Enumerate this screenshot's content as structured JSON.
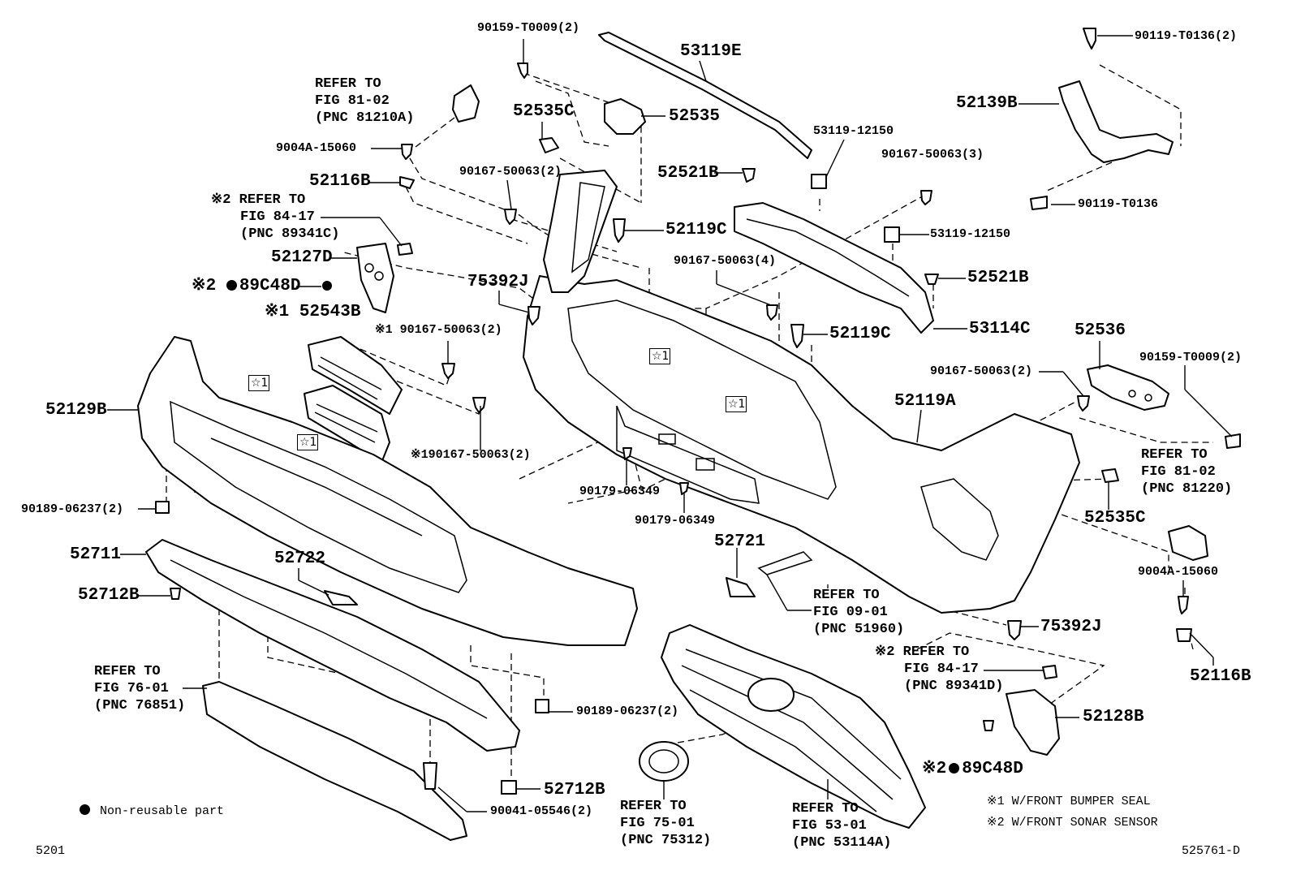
{
  "labels": {
    "p90159_top": "90159-T0009(2)",
    "p53119e": "53119E",
    "p90119_top": "90119-T0136(2)",
    "p52139b": "52139B",
    "p52535c_top": "52535C",
    "p52535": "52535",
    "p53119_12150_a": "53119-12150",
    "p90167_3": "90167-50063(3)",
    "p9004a_left": "9004A-15060",
    "p52116b_left": "52116B",
    "p90167_2a": "90167-50063(2)",
    "p52521b_a": "52521B",
    "p90119_b": "90119-T0136",
    "p52119c_a": "52119C",
    "p53119_12150_b": "53119-12150",
    "p52127d": "52127D",
    "p90167_4": "90167-50063(4)",
    "p52521b_b": "52521B",
    "p75392j_a": "75392J",
    "p89c48d_a_prefix": "※2",
    "p89c48d_a": "89C48D",
    "p52543b_prefix": "※1",
    "p52543b": "52543B",
    "p53114c": "53114C",
    "p90167_2b": "※1 90167-50063(2)",
    "p52119c_b": "52119C",
    "p52536": "52536",
    "p90159_b": "90159-T0009(2)",
    "p52129b": "52129B",
    "p90167_2c": "90167-50063(2)",
    "p52119a": "52119A",
    "p90167_2d": "※190167-50063(2)",
    "p90179_a": "90179-06349",
    "p90179_b": "90179-06349",
    "p90189_a": "90189-06237(2)",
    "p52535c_b": "52535C",
    "p52711": "52711",
    "p52722": "52722",
    "p52721": "52721",
    "p9004a_right": "9004A-15060",
    "p52712b_a": "52712B",
    "p75392j_b": "75392J",
    "p52116b_right": "52116B",
    "p90189_b": "90189-06237(2)",
    "p52128b": "52128B",
    "p89c48d_b_prefix": "※2",
    "p89c48d_b": "89C48D",
    "p52712b_b": "52712B",
    "p90041": "90041-05546(2)"
  },
  "refs": {
    "fig81_left": [
      "REFER TO",
      "FIG 81-02",
      "(PNC 81210A)"
    ],
    "fig84_left": [
      "※2 REFER TO",
      "FIG 84-17",
      "(PNC 89341C)"
    ],
    "fig81_right": [
      "REFER TO",
      "FIG 81-02",
      "(PNC 81220)"
    ],
    "fig09": [
      "REFER TO",
      "FIG 09-01",
      "(PNC 51960)"
    ],
    "fig84_right": [
      "※2 REFER TO",
      "FIG 84-17",
      "(PNC 89341D)"
    ],
    "fig76": [
      "REFER TO",
      "FIG 76-01",
      "(PNC 76851)"
    ],
    "fig75": [
      "REFER TO",
      "FIG 75-01",
      "(PNC 75312)"
    ],
    "fig53": [
      "REFER TO",
      "FIG 53-01",
      "(PNC 53114A)"
    ]
  },
  "star_marks": [
    "☆1",
    "☆1",
    "☆1",
    "☆1"
  ],
  "legend": {
    "non_reusable": "Non-reusable part",
    "note1": "※1 W/FRONT BUMPER SEAL",
    "note2": "※2 W/FRONT SONAR SENSOR"
  },
  "corner": {
    "left": "5201",
    "right": "525761-D"
  }
}
